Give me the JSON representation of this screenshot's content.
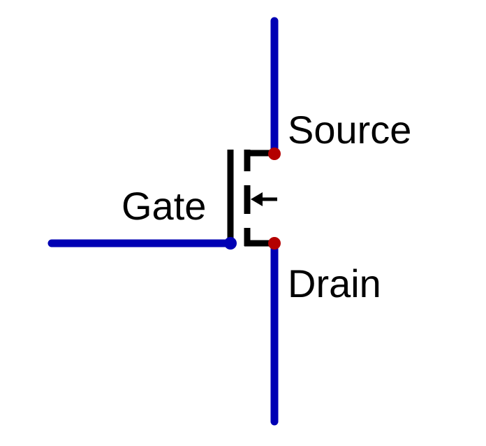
{
  "labels": {
    "source": "Source",
    "gate": "Gate",
    "drain": "Drain"
  },
  "colors": {
    "wire": "#0000b4",
    "terminal_node": "#b40000",
    "gate_node": "#0000b4",
    "symbol": "#000000",
    "background": "#ffffff"
  }
}
